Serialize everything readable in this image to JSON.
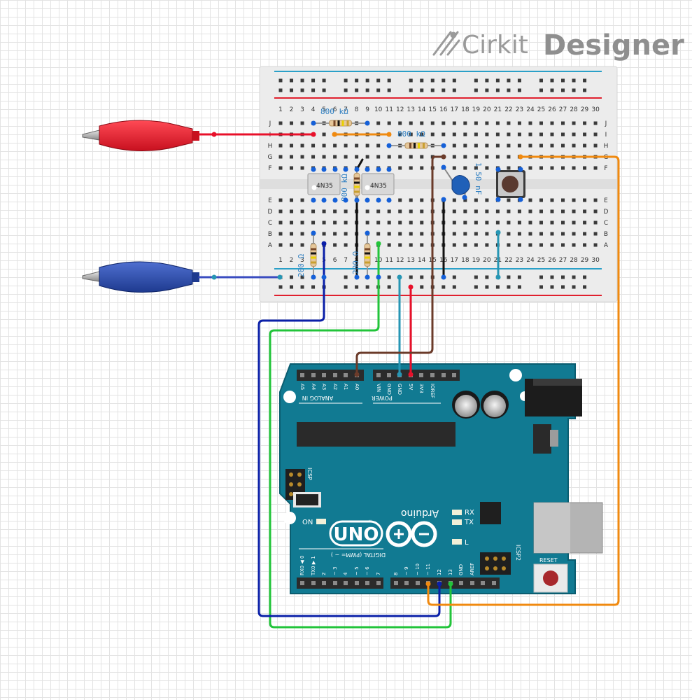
{
  "brand": {
    "name_light": "Cirkit",
    "name_bold": "Designer"
  },
  "breadboard": {
    "rows_top": [
      "J",
      "I",
      "H",
      "G",
      "F"
    ],
    "rows_bottom": [
      "E",
      "D",
      "C",
      "B",
      "A"
    ],
    "column_count": 30
  },
  "components": {
    "resistor_top_1": "800 kΩ",
    "resistor_top_2": "800 kΩ",
    "resistor_vertical_mid": "800 kΩ",
    "resistor_left_low": "200 Ω",
    "resistor_mid_low": "200 Ω",
    "capacitor": "1.50 nF",
    "optocoupler_1": "4N35",
    "optocoupler_2": "4N35"
  },
  "arduino": {
    "brand": "Arduino",
    "model": "UNO",
    "tm": "™",
    "analog_label": "ANALOG IN",
    "power_label": "POWER",
    "digital_label": "DIGITAL (PWM= ~ )",
    "icsp": "ICSP",
    "icsp2": "ICSP2",
    "reset": "RESET",
    "on": "ON",
    "tx": "TX",
    "rx": "RX",
    "l": "L",
    "analog_pins": [
      "A5",
      "A4",
      "A3",
      "A2",
      "A1",
      "A0"
    ],
    "power_pins": [
      "VIN",
      "GND",
      "GND",
      "5V",
      "3V3",
      "IOREF"
    ],
    "digital_pins_low": [
      "RX0 ◀ 0",
      "TX0 ▶ 1",
      "2",
      "~ 3",
      "4",
      "~ 5",
      "~ 6",
      "7"
    ],
    "digital_pins_high": [
      "8",
      "~ 9",
      "~ 10",
      "~ 11",
      "12",
      "13",
      "GND",
      "AREF"
    ]
  },
  "wire_colors": {
    "red": "#e8102a",
    "blue": "#0a1fa8",
    "green": "#22c43a",
    "orange": "#f08a10",
    "brown": "#6b3b2a",
    "teal": "#2696b4",
    "black": "#111111"
  }
}
